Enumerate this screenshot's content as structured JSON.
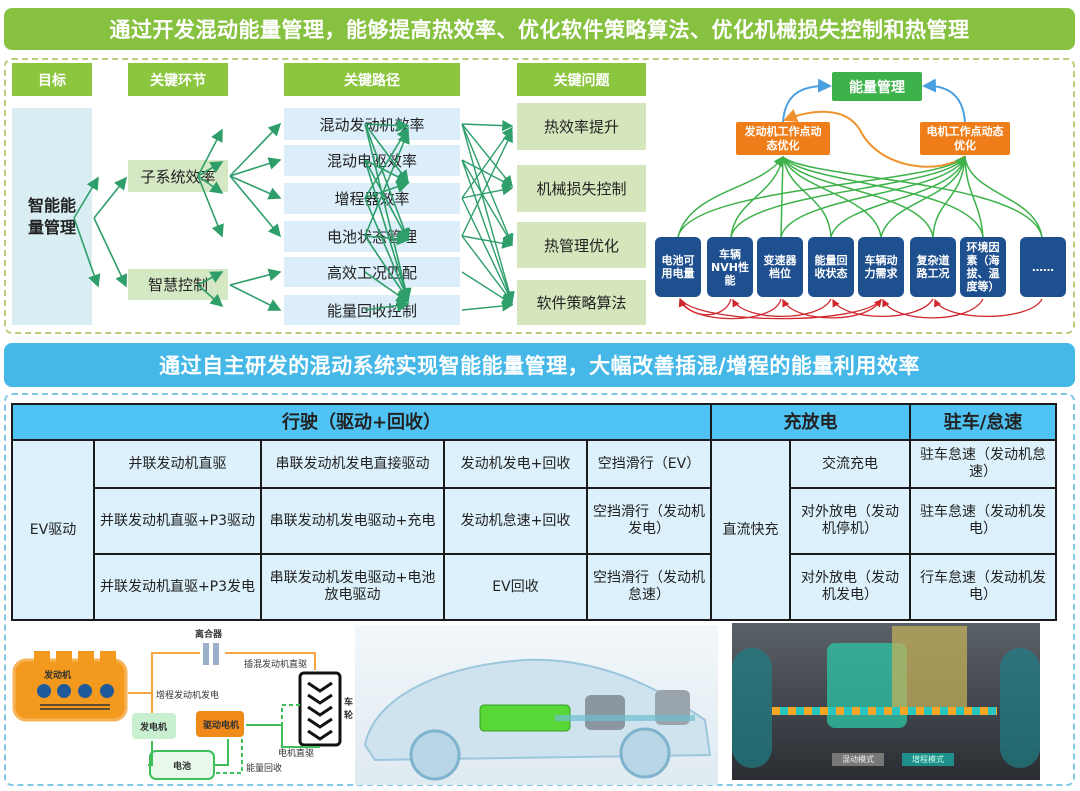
{
  "banner_top": "通过开发混动能量管理，能够提高热效率、优化软件策略算法、优化机械损失控制和热管理",
  "banner_mid": "通过自主研发的混动系统实现智能能量管理，大幅改善插混/增程的能量利用效率",
  "flow": {
    "headers": [
      "目标",
      "关键环节",
      "关键路径",
      "关键问题"
    ],
    "goal": "智能能量管理",
    "links": [
      "子系统效率",
      "智慧控制"
    ],
    "paths": [
      "混动发动机效率",
      "混动电驱效率",
      "增程器效率",
      "电池状态管理",
      "高效工况匹配",
      "能量回收控制"
    ],
    "issues": [
      "热效率提升",
      "机械损失控制",
      "热管理优化",
      "软件策略算法"
    ]
  },
  "energy": {
    "top": "能量管理",
    "engine_opt": "发动机工作点动态优化",
    "motor_opt": "电机工作点动态优化",
    "factors": [
      "电池可用电量",
      "车辆NVH性能",
      "变速器档位",
      "能量回收状态",
      "车辆动力需求",
      "复杂道路工况",
      "环境因素（海拔、温度等）",
      "……"
    ]
  },
  "table": {
    "headers": [
      "行驶（驱动+回收）",
      "充放电",
      "驻车/怠速"
    ],
    "ev_drive": "EV驱动",
    "dc_fast": "直流快充",
    "rows": [
      [
        "并联发动机直驱",
        "串联发动机发电直接驱动",
        "发动机发电+回收",
        "空挡滑行（EV）",
        "交流充电",
        "驻车怠速（发动机怠速）"
      ],
      [
        "并联发动机直驱+P3驱动",
        "串联发动机发电驱动+充电",
        "发动机怠速+回收",
        "空挡滑行（发动机发电）",
        "对外放电（发动机停机）",
        "驻车怠速（发动机发电）"
      ],
      [
        "并联发动机直驱+P3发电",
        "串联发动机发电驱动+电池放电驱动",
        "EV回收",
        "空挡滑行（发动机怠速）",
        "对外放电（发动机发电）",
        "行车怠速（发动机发电）"
      ]
    ]
  },
  "schematic": {
    "clutch": "离合器",
    "phev_direct": "插混发动机直驱",
    "erev_gen": "增程发动机发电",
    "engine": "发动机",
    "generator": "发电机",
    "drive_motor": "驱动电机",
    "battery": "电池",
    "regen": "能量回收",
    "motor_direct": "电机直驱",
    "wheel": "车轮"
  },
  "chassis_modes": [
    "混动模式",
    "增程模式"
  ],
  "colors": {
    "green": "#86c140",
    "blue": "#45b8e8",
    "navy": "#1e4f8f",
    "orange": "#ef7d1a"
  }
}
